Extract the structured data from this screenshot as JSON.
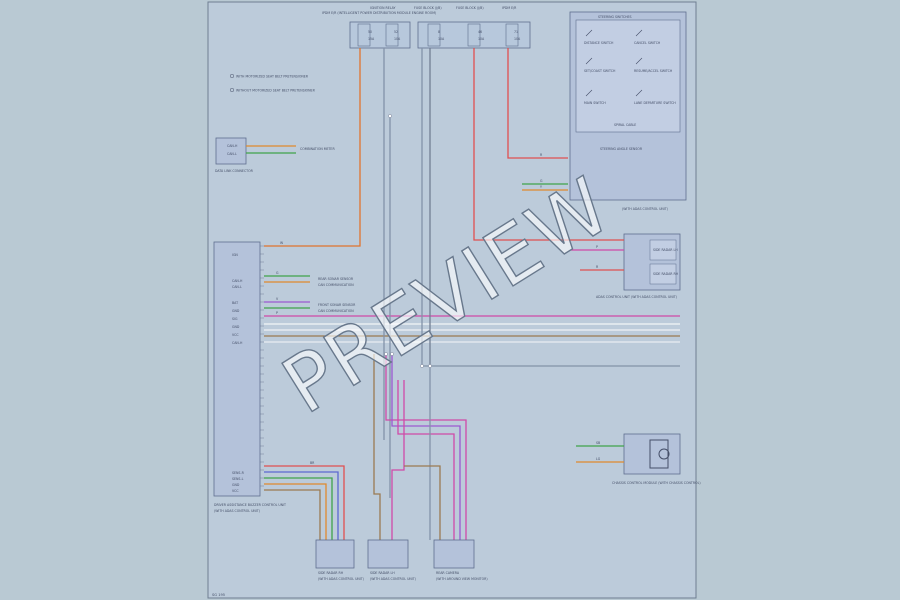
{
  "diagram": {
    "sheet_id": "SG 195",
    "notes": [
      "WITH MOTORIZED SEAT BELT PRETENSIONER",
      "WITHOUT MOTORIZED SEAT BELT PRETENSIONER"
    ],
    "fuses": [
      {
        "caption": "FUSE BLOCK (J/B)",
        "number": "50",
        "rating": "15A"
      },
      {
        "caption": "FUSE BLOCK (J/B)",
        "number": "52",
        "rating": "10A"
      },
      {
        "caption": "FUSE BLOCK (J/B)",
        "number": "8",
        "rating": "10A"
      },
      {
        "caption": "FUSE BLOCK (J/B)",
        "number": "46",
        "rating": "10A"
      },
      {
        "caption": "FUSE BLOCK (J/B)",
        "number": "71",
        "rating": "10A"
      }
    ],
    "fuse_captions": [
      "IPDM E/R (INTELLIGENT POWER DISTRIBUTION MODULE ENGINE ROOM)",
      "IGNITION RELAY",
      "FUSE BLOCK (J/B)",
      "FUSE BLOCK (J/B)",
      "IPDM E/R"
    ],
    "control_unit": {
      "name": "DRIVER ASSISTANCE BUZZER CONTROL UNIT",
      "sub": "(WITH ADAS CONTROL UNIT)",
      "pins": [
        "IGN",
        "CAN-H",
        "CAN-L",
        "BAT",
        "GND",
        "SIG",
        "GND",
        "VCC",
        "CAN-H",
        "CAN-L",
        "GND"
      ],
      "bottom_pins": [
        "SENS-R",
        "SENS-L",
        "GND",
        "VCC"
      ]
    },
    "data_link": {
      "name": "DATA LINK CONNECTOR",
      "pins": [
        "CAN-H",
        "CAN-L"
      ],
      "dest": "COMBINATION METER"
    },
    "switches": {
      "title": "STEERING SWITCHES",
      "items": [
        "DISTANCE SWITCH",
        "CANCEL SWITCH",
        "SET/COAST SWITCH",
        "RESUME/ACCEL SWITCH",
        "MAIN SWITCH",
        "LANE DEPARTURE SWITCH"
      ],
      "footer": "SPIRAL CABLE",
      "unit": "STEERING ANGLE SENSOR",
      "unit_sub": "(WITH ADAS CONTROL UNIT)"
    },
    "right_modules": [
      {
        "name": "ADAS CONTROL UNIT",
        "lines": [
          "SIDE RADAR LH",
          "SIDE RADAR RH"
        ],
        "caption": "ADAS CONTROL UNIT (WITH ADAS CONTROL UNIT)"
      },
      {
        "name": "CHASSIS CONTROL MODULE",
        "lines": [],
        "caption": "CHASSIS CONTROL MODULE (WITH CHASSIS CONTROL)"
      }
    ],
    "harness_labels": [
      "REAR SONAR SENSOR",
      "CAN COMMUNICATION",
      "FRONT SONAR SENSOR",
      "CAN COMMUNICATION"
    ],
    "wire_colors": [
      "W",
      "B",
      "R",
      "G",
      "Y",
      "V",
      "P",
      "SB",
      "LG",
      "BR"
    ],
    "sensors": [
      {
        "name": "SIDE RADAR RH",
        "note": "(WITH ADAS CONTROL UNIT)"
      },
      {
        "name": "SIDE RADAR LH",
        "note": "(WITH ADAS CONTROL UNIT)"
      },
      {
        "name": "REAR CAMERA",
        "note": "(WITH AROUND VIEW MONITOR)"
      }
    ],
    "watermark": "PREVIEW"
  }
}
